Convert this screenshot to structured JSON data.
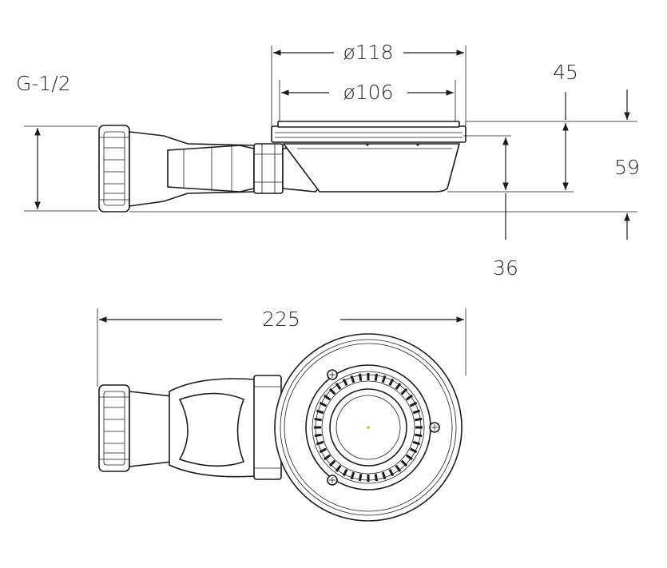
{
  "dimensions": {
    "thread": "G-1/2",
    "outer_diameter": "ø118",
    "inner_diameter": "ø106",
    "height_45": "45",
    "height_59": "59",
    "height_36": "36",
    "length_225": "225"
  },
  "colors": {
    "line": "#1c1c1c",
    "text": "#2a2a2a",
    "background": "#ffffff",
    "center_dot": "#d4b000"
  }
}
